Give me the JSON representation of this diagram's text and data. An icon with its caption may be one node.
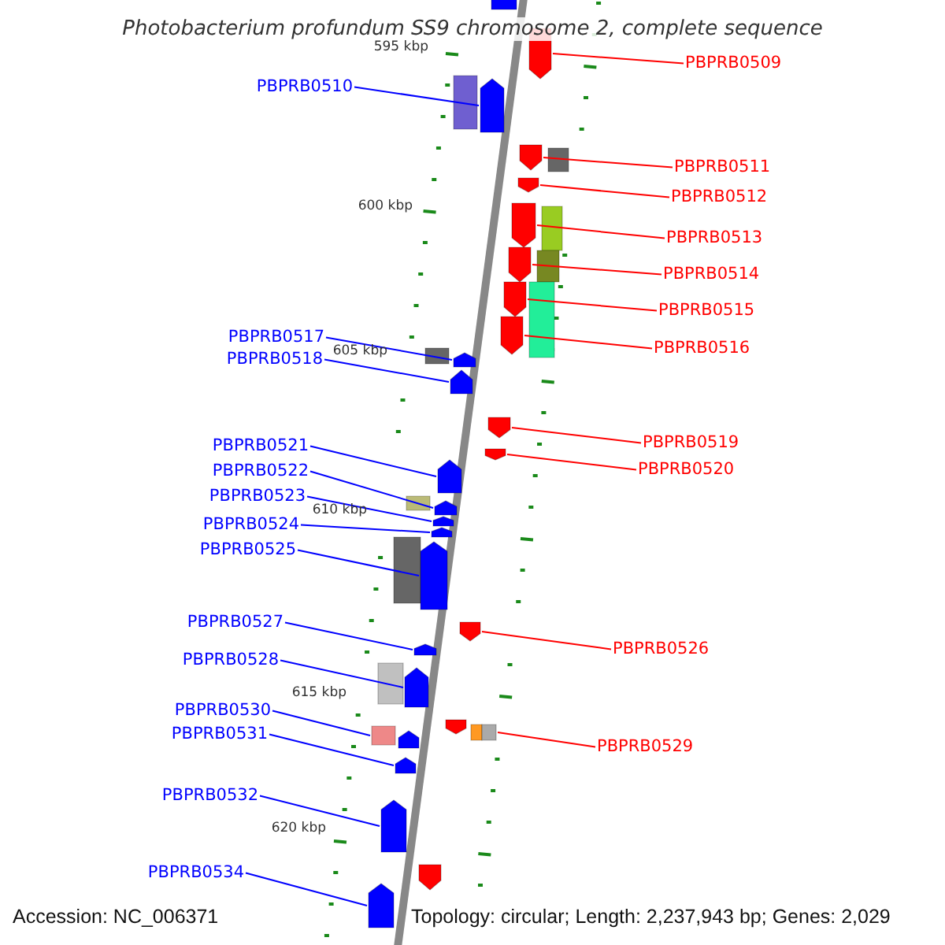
{
  "diagram": {
    "title": "Photobacterium profundum SS9 chromosome 2, complete sequence",
    "nodes": [
      {
        "text": [
          "PBPRB0509"
        ]
      },
      {
        "text": [
          "PBPRB0510"
        ]
      },
      {
        "text": [
          "PBPRB0511"
        ]
      },
      {
        "text": [
          "PBPRB0512"
        ]
      },
      {
        "text": [
          "PBPRB0513"
        ]
      },
      {
        "text": [
          "PBPRB0514"
        ]
      },
      {
        "text": [
          "PBPRB0515"
        ]
      },
      {
        "text": [
          "PBPRB0516"
        ]
      },
      {
        "text": [
          "PBPRB0517"
        ]
      },
      {
        "text": [
          "PBPRB0518"
        ]
      },
      {
        "text": [
          "PBPRB0519"
        ]
      },
      {
        "text": [
          "PBPRB0520"
        ]
      },
      {
        "text": [
          "PBPRB0521"
        ]
      },
      {
        "text": [
          "PBPRB0522"
        ]
      },
      {
        "text": [
          "PBPRB0523"
        ]
      },
      {
        "text": [
          "PBPRB0524"
        ]
      },
      {
        "text": [
          "PBPRB0525"
        ]
      },
      {
        "text": [
          "PBPRB0527"
        ]
      },
      {
        "text": [
          "PBPRB0528"
        ]
      },
      {
        "text": [
          "PBPRB0526"
        ]
      },
      {
        "text": [
          "PBPRB0530"
        ]
      },
      {
        "text": [
          "PBPRB0531"
        ]
      },
      {
        "text": [
          "PBPRB0529"
        ]
      },
      {
        "text": [
          "PBPRB0532"
        ]
      },
      {
        "text": [
          "PBPRB0534"
        ]
      },
      {
        "text": [],
        "shape": "pentagon"
      },
      {
        "text": [],
        "shape": "pentagon"
      },
      {
        "text": [],
        "shape": "pentagon"
      },
      {
        "text": [],
        "shape": "pentagon"
      },
      {
        "text": [],
        "shape": "pentagon"
      },
      {
        "text": [],
        "shape": "pentagon"
      },
      {
        "text": [],
        "shape": "pentagon"
      },
      {
        "text": [],
        "shape": "pentagon"
      },
      {
        "text": [],
        "shape": "pentagon"
      },
      {
        "text": [],
        "shape": "pentagon"
      },
      {
        "text": [],
        "shape": "pentagon"
      },
      {
        "text": [],
        "shape": "pentagon"
      },
      {
        "text": [],
        "shape": "pentagon"
      },
      {
        "text": [],
        "shape": "pentagon"
      },
      {
        "text": [],
        "shape": "pentagon"
      },
      {
        "text": [],
        "shape": "pentagon"
      },
      {
        "text": [],
        "shape": "pentagon"
      },
      {
        "text": [],
        "shape": "pentagon"
      },
      {
        "text": [],
        "shape": "pentagon"
      },
      {
        "text": [],
        "shape": "pentagon"
      },
      {
        "text": [],
        "shape": "box"
      },
      {
        "text": [],
        "shape": "pentagon"
      },
      {
        "text": [],
        "shape": "box"
      },
      {
        "text": [],
        "shape": "pentagon"
      },
      {
        "text": [],
        "shape": "pentagon"
      },
      {
        "text": [],
        "shape": "pentagon"
      },
      {
        "text": [],
        "shape": "pentagon"
      },
      {
        "text": [],
        "shape": "pentagon"
      },
      {
        "text": [],
        "shape": "pentagon"
      }
    ],
    "edges": [
      {
        "from": 0,
        "to": 25,
        "arrow": "none",
        "color": "#ff0000"
      },
      {
        "from": 1,
        "to": 26,
        "arrow": "none"
      },
      {
        "from": 2,
        "to": 27,
        "arrow": "none",
        "color": "#ff0000"
      },
      {
        "from": 3,
        "to": 28,
        "arrow": "none",
        "color": "#ff0000"
      },
      {
        "from": 4,
        "to": 29,
        "arrow": "none",
        "color": "#ff0000"
      },
      {
        "from": 5,
        "to": 30,
        "arrow": "none",
        "color": "#ff0000"
      },
      {
        "from": 6,
        "to": 31,
        "arrow": "none",
        "color": "#ff0000"
      },
      {
        "from": 7,
        "to": 32,
        "arrow": "none",
        "color": "#ff0000"
      },
      {
        "from": 8,
        "to": 33,
        "arrow": "none"
      },
      {
        "from": 9,
        "to": 34,
        "arrow": "none"
      },
      {
        "from": 10,
        "to": 35,
        "arrow": "none",
        "color": "#ff0000"
      },
      {
        "from": 11,
        "to": 36,
        "arrow": "none",
        "color": "#ff0000"
      },
      {
        "from": 12,
        "to": 37,
        "arrow": "none"
      },
      {
        "from": 13,
        "to": 38,
        "arrow": "none"
      },
      {
        "from": 14,
        "to": 39,
        "arrow": "none"
      },
      {
        "from": 15,
        "to": 40,
        "arrow": "none"
      },
      {
        "from": 16,
        "to": 41,
        "arrow": "none"
      },
      {
        "from": 17,
        "to": 42,
        "arrow": "none"
      },
      {
        "from": 18,
        "to": 43,
        "arrow": "none"
      },
      {
        "from": 19,
        "to": 44,
        "arrow": "none",
        "color": "#ff0000"
      },
      {
        "from": 20,
        "to": 45,
        "arrow": "none"
      },
      {
        "from": 21,
        "to": 46,
        "arrow": "none"
      },
      {
        "from": 22,
        "to": 47,
        "arrow": "none",
        "color": "#ff0000"
      },
      {
        "from": 23,
        "to": 48,
        "arrow": "none"
      },
      {
        "from": 24,
        "to": 49,
        "arrow": "none"
      }
    ],
    "labels": [
      "595 kbp",
      "600 kbp",
      "605 kbp",
      "610 kbp",
      "615 kbp",
      "620 kbp",
      "Accession: NC_006371",
      "Topology: circular; Length: 2,237,943 bp; Genes: 2,029"
    ]
  }
}
